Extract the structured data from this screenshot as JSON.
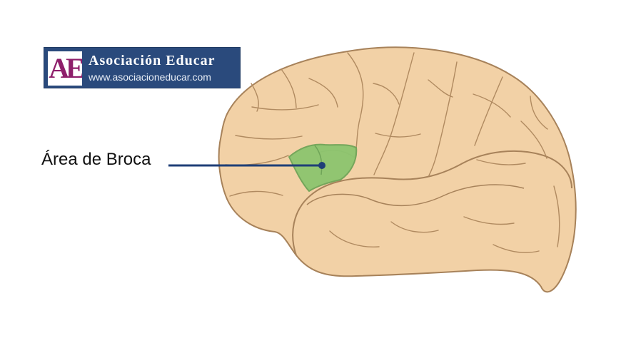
{
  "logo": {
    "mark": "AE",
    "title": "Asociación Educar",
    "url": "www.asociacioneducar.com"
  },
  "diagram": {
    "region_label": "Área de Broca",
    "colors": {
      "brain_fill": "#f2d1a6",
      "brain_stroke": "#a7825a",
      "broca_fill": "#8cc56f",
      "broca_stroke": "#6fa458",
      "pointer_line": "#1f3f77"
    }
  }
}
